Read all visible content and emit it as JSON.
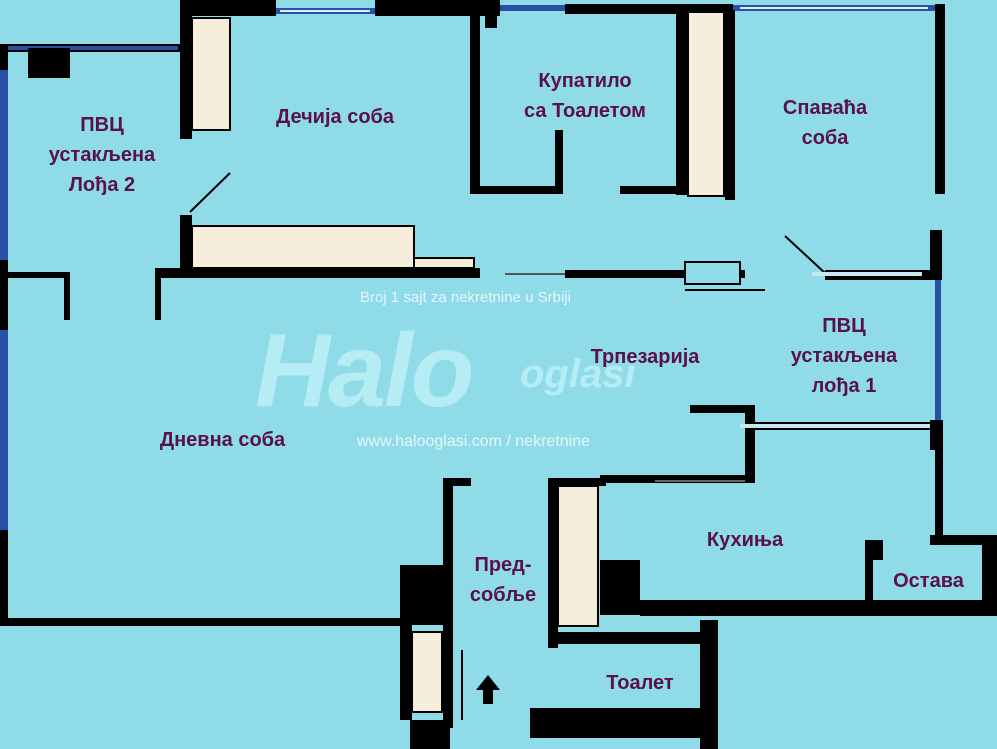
{
  "rooms": {
    "loggia2": [
      "ПВЦ",
      "устакљена",
      "Лођа 2"
    ],
    "kids_room": [
      "Дечија соба"
    ],
    "bathroom": [
      "Купатило",
      "са Тоалетом"
    ],
    "bedroom": [
      "Спаваћа",
      "соба"
    ],
    "dining": [
      "Трпезарија"
    ],
    "loggia1": [
      "ПВЦ",
      "устакљена",
      "лођа 1"
    ],
    "living": [
      "Дневна соба"
    ],
    "kitchen": [
      "Кухиња"
    ],
    "hall": [
      "Пред-",
      "собље"
    ],
    "pantry": [
      "Остава"
    ],
    "toilet": [
      "Тоалет"
    ]
  },
  "watermark": {
    "tagline": "Broj 1 sajt za nekretnine u Srbiji",
    "logo_main": "Halo",
    "logo_sub": "oglasi",
    "url": "www.halooglasi.com / nekretnine"
  },
  "colors": {
    "floor": "#8fdce8",
    "wall": "#000000",
    "window": "#2a50a6",
    "furniture_fill": "#f7eddc",
    "label": "#5a1048"
  }
}
